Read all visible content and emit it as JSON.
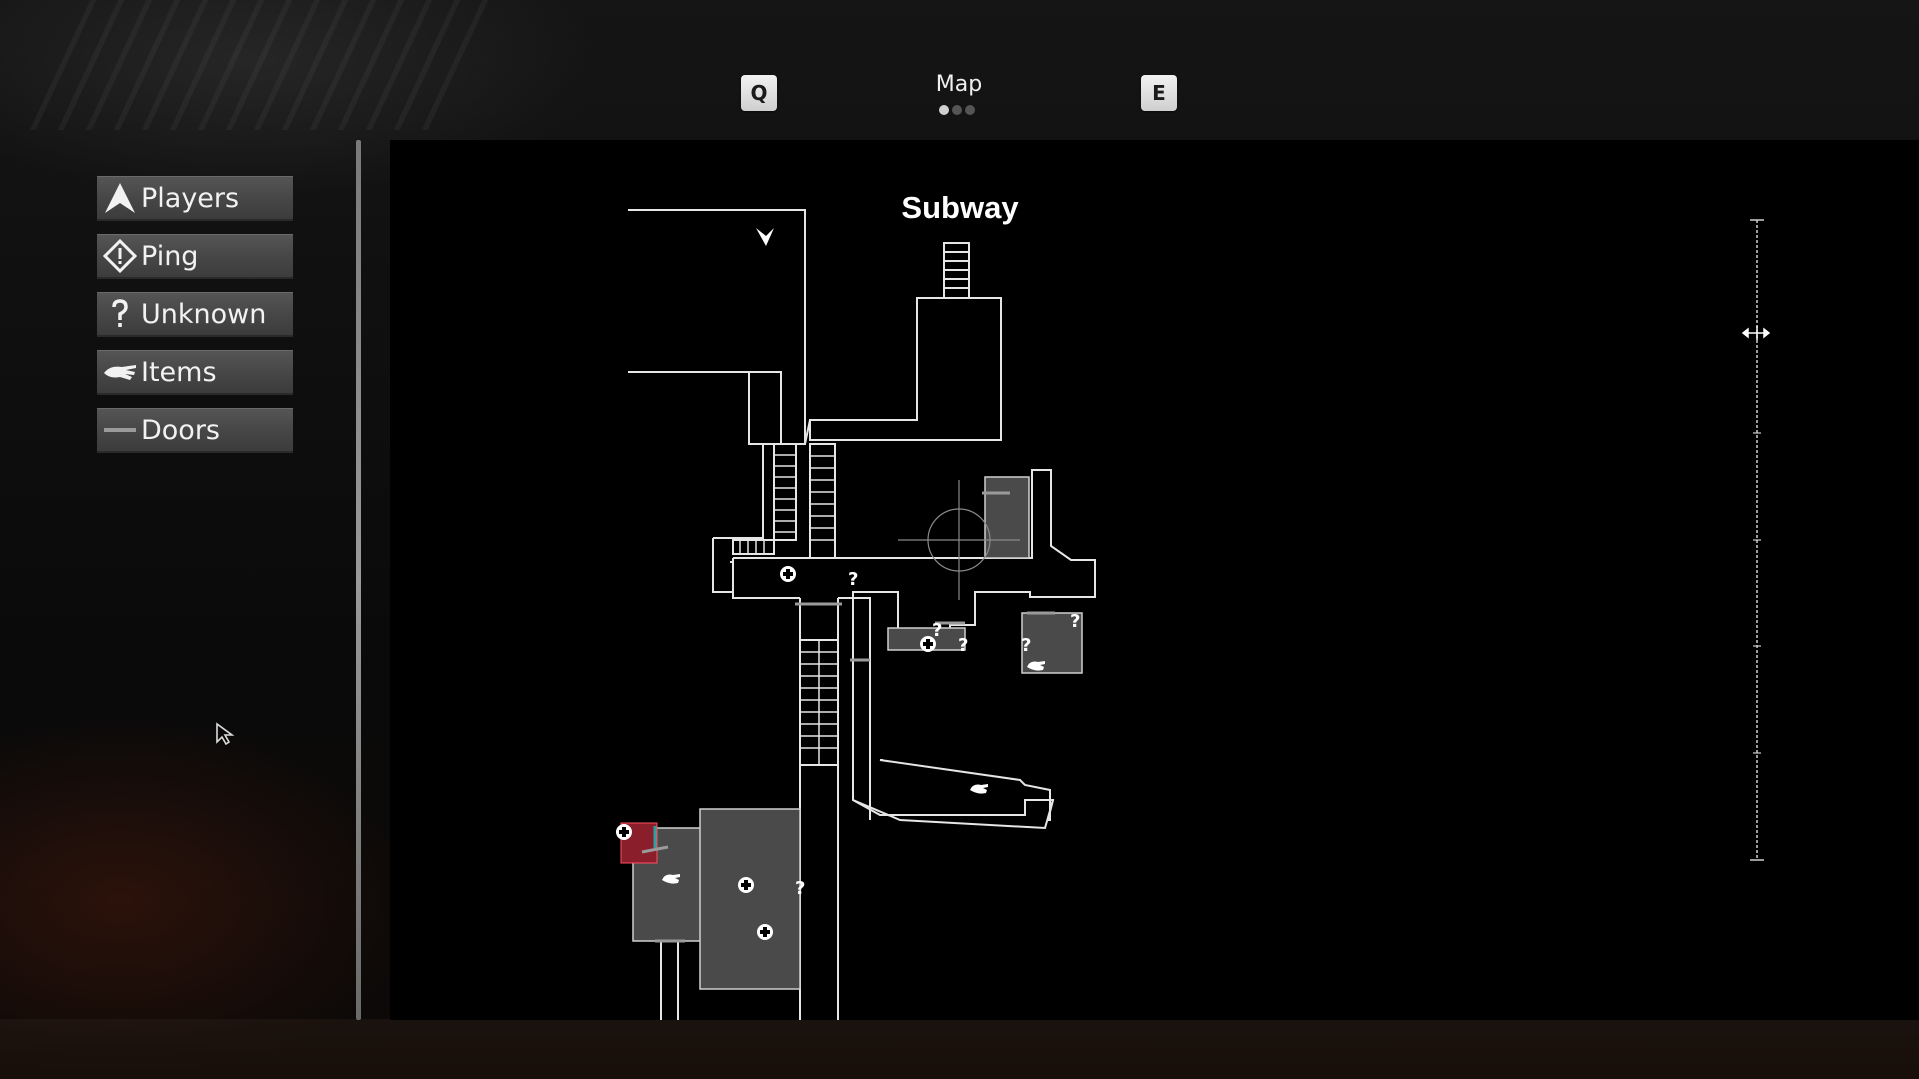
{
  "nav": {
    "prev_key": "Q",
    "next_key": "E",
    "title": "Map",
    "page_dots": 3,
    "active_dot": 1
  },
  "legend": {
    "items": [
      {
        "label": "Players",
        "icon": "player-arrow-icon"
      },
      {
        "label": "Ping",
        "icon": "ping-diamond-icon"
      },
      {
        "label": "Unknown",
        "icon": "question-mark-icon"
      },
      {
        "label": "Items",
        "icon": "hand-icon"
      },
      {
        "label": "Doors",
        "icon": "door-line-icon"
      }
    ]
  },
  "map": {
    "title": "Subway",
    "marker_colors": {
      "room_fill": "#4a4a4a",
      "highlight_room": "#8b1e2b",
      "outline": "#e6e6e6"
    }
  }
}
